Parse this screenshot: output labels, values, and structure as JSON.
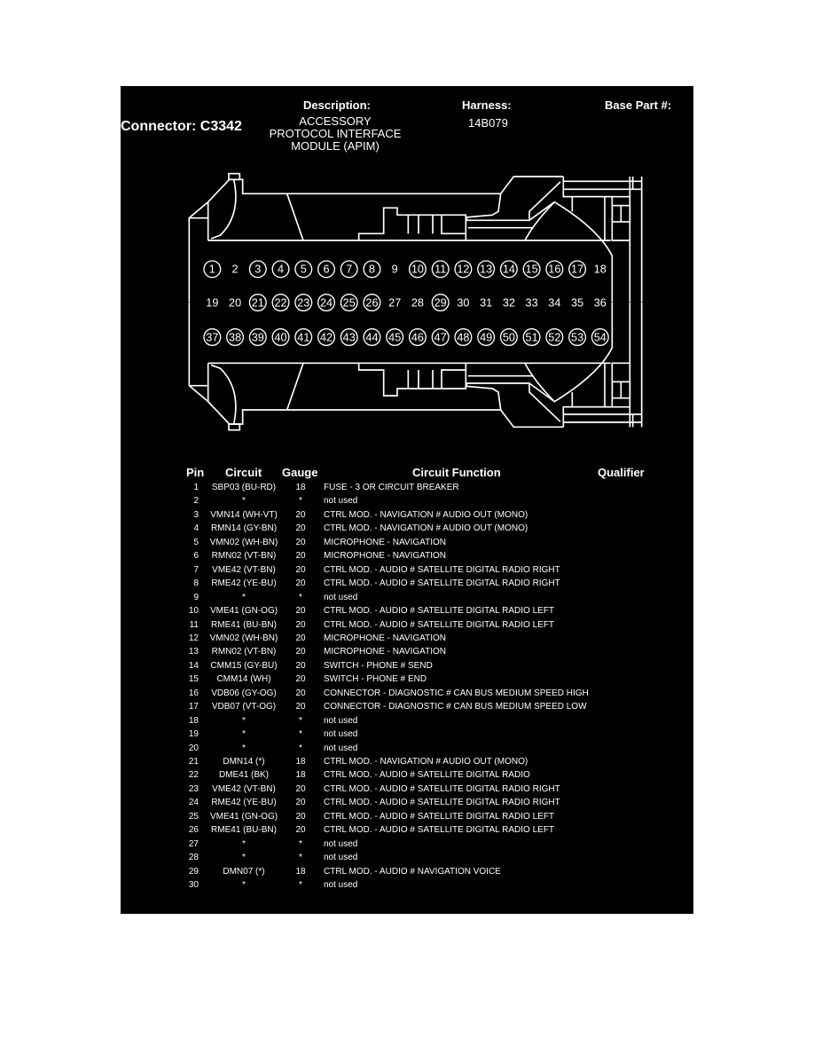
{
  "header": {
    "connector_label": "Connector: C3342",
    "description_label": "Description:",
    "description_lines": [
      "ACCESSORY",
      "PROTOCOL INTERFACE",
      "MODULE (APIM)"
    ],
    "harness_label": "Harness:",
    "harness_value": "14B079",
    "base_part_label": "Base Part #:"
  },
  "connector": {
    "rows": [
      {
        "pins": [
          1,
          2,
          3,
          4,
          5,
          6,
          7,
          8,
          9,
          10,
          11,
          12,
          13,
          14,
          15,
          16,
          17,
          18
        ],
        "circled": [
          1,
          3,
          4,
          5,
          6,
          7,
          8,
          10,
          11,
          12,
          13,
          14,
          15,
          16,
          17
        ]
      },
      {
        "pins": [
          19,
          20,
          21,
          22,
          23,
          24,
          25,
          26,
          27,
          28,
          29,
          30,
          31,
          32,
          33,
          34,
          35,
          36
        ],
        "circled": [
          21,
          22,
          23,
          24,
          25,
          26,
          29
        ]
      },
      {
        "pins": [
          37,
          38,
          39,
          40,
          41,
          42,
          43,
          44,
          45,
          46,
          47,
          48,
          49,
          50,
          51,
          52,
          53,
          54
        ],
        "circled": [
          37,
          38,
          39,
          40,
          41,
          42,
          43,
          44,
          45,
          46,
          47,
          48,
          49,
          50,
          51,
          52,
          53,
          54
        ]
      }
    ]
  },
  "table": {
    "headers": {
      "pin": "Pin",
      "circuit": "Circuit",
      "gauge": "Gauge",
      "function": "Circuit Function",
      "qualifier": "Qualifier"
    },
    "rows": [
      {
        "pin": "1",
        "circuit": "SBP03 (BU-RD)",
        "gauge": "18",
        "function": "FUSE - 3 OR CIRCUIT BREAKER"
      },
      {
        "pin": "2",
        "circuit": "*",
        "gauge": "*",
        "function": "not used"
      },
      {
        "pin": "3",
        "circuit": "VMN14 (WH-VT)",
        "gauge": "20",
        "function": "CTRL MOD. - NAVIGATION # AUDIO OUT (MONO)"
      },
      {
        "pin": "4",
        "circuit": "RMN14 (GY-BN)",
        "gauge": "20",
        "function": "CTRL MOD. - NAVIGATION # AUDIO OUT (MONO)"
      },
      {
        "pin": "5",
        "circuit": "VMN02 (WH-BN)",
        "gauge": "20",
        "function": "MICROPHONE - NAVIGATION"
      },
      {
        "pin": "6",
        "circuit": "RMN02 (VT-BN)",
        "gauge": "20",
        "function": "MICROPHONE - NAVIGATION"
      },
      {
        "pin": "7",
        "circuit": "VME42 (VT-BN)",
        "gauge": "20",
        "function": "CTRL MOD. - AUDIO # SATELLITE DIGITAL RADIO RIGHT"
      },
      {
        "pin": "8",
        "circuit": "RME42 (YE-BU)",
        "gauge": "20",
        "function": "CTRL MOD. - AUDIO # SATELLITE DIGITAL RADIO RIGHT"
      },
      {
        "pin": "9",
        "circuit": "*",
        "gauge": "*",
        "function": "not used"
      },
      {
        "pin": "10",
        "circuit": "VME41 (GN-OG)",
        "gauge": "20",
        "function": "CTRL MOD. - AUDIO # SATELLITE DIGITAL RADIO LEFT"
      },
      {
        "pin": "11",
        "circuit": "RME41 (BU-BN)",
        "gauge": "20",
        "function": "CTRL MOD. - AUDIO # SATELLITE DIGITAL RADIO LEFT"
      },
      {
        "pin": "12",
        "circuit": "VMN02 (WH-BN)",
        "gauge": "20",
        "function": "MICROPHONE - NAVIGATION"
      },
      {
        "pin": "13",
        "circuit": "RMN02 (VT-BN)",
        "gauge": "20",
        "function": "MICROPHONE - NAVIGATION"
      },
      {
        "pin": "14",
        "circuit": "CMM15 (GY-BU)",
        "gauge": "20",
        "function": "SWITCH - PHONE # SEND"
      },
      {
        "pin": "15",
        "circuit": "CMM14 (WH)",
        "gauge": "20",
        "function": "SWITCH - PHONE # END"
      },
      {
        "pin": "16",
        "circuit": "VDB06 (GY-OG)",
        "gauge": "20",
        "function": "CONNECTOR - DIAGNOSTIC # CAN BUS MEDIUM SPEED HIGH"
      },
      {
        "pin": "17",
        "circuit": "VDB07 (VT-OG)",
        "gauge": "20",
        "function": "CONNECTOR - DIAGNOSTIC # CAN BUS MEDIUM SPEED LOW"
      },
      {
        "pin": "18",
        "circuit": "*",
        "gauge": "*",
        "function": "not used"
      },
      {
        "pin": "19",
        "circuit": "*",
        "gauge": "*",
        "function": "not used"
      },
      {
        "pin": "20",
        "circuit": "*",
        "gauge": "*",
        "function": "not used"
      },
      {
        "pin": "21",
        "circuit": "DMN14 (*)",
        "gauge": "18",
        "function": "CTRL MOD. - NAVIGATION # AUDIO OUT (MONO)"
      },
      {
        "pin": "22",
        "circuit": "DME41 (BK)",
        "gauge": "18",
        "function": "CTRL MOD. - AUDIO # SATELLITE DIGITAL RADIO"
      },
      {
        "pin": "23",
        "circuit": "VME42 (VT-BN)",
        "gauge": "20",
        "function": "CTRL MOD. - AUDIO # SATELLITE DIGITAL RADIO RIGHT"
      },
      {
        "pin": "24",
        "circuit": "RME42 (YE-BU)",
        "gauge": "20",
        "function": "CTRL MOD. - AUDIO # SATELLITE DIGITAL RADIO RIGHT"
      },
      {
        "pin": "25",
        "circuit": "VME41 (GN-OG)",
        "gauge": "20",
        "function": "CTRL MOD. - AUDIO # SATELLITE DIGITAL RADIO LEFT"
      },
      {
        "pin": "26",
        "circuit": "RME41 (BU-BN)",
        "gauge": "20",
        "function": "CTRL MOD. - AUDIO # SATELLITE DIGITAL RADIO LEFT"
      },
      {
        "pin": "27",
        "circuit": "*",
        "gauge": "*",
        "function": "not used"
      },
      {
        "pin": "28",
        "circuit": "*",
        "gauge": "*",
        "function": "not used"
      },
      {
        "pin": "29",
        "circuit": "DMN07 (*)",
        "gauge": "18",
        "function": "CTRL MOD. - AUDIO # NAVIGATION VOICE"
      },
      {
        "pin": "30",
        "circuit": "*",
        "gauge": "*",
        "function": "not used"
      }
    ]
  }
}
